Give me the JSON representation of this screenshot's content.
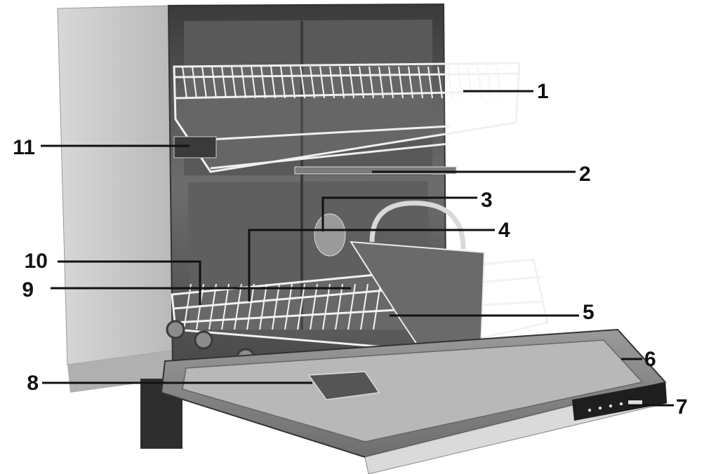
{
  "diagram": {
    "subject": "built-in dishwasher, door open",
    "callouts": [
      {
        "id": "upper-basket",
        "label": "1"
      },
      {
        "id": "upper-spray-arm",
        "label": "2"
      },
      {
        "id": "lower-spray-arm",
        "label": "3"
      },
      {
        "id": "cutlery-basket",
        "label": "4"
      },
      {
        "id": "lower-basket",
        "label": "5"
      },
      {
        "id": "door",
        "label": "6"
      },
      {
        "id": "control-panel",
        "label": "7"
      },
      {
        "id": "detergent-dispenser",
        "label": "8"
      },
      {
        "id": "filter",
        "label": "9"
      },
      {
        "id": "salt-container",
        "label": "10"
      },
      {
        "id": "basket-height-adjuster",
        "label": "11"
      }
    ]
  },
  "colors": {
    "line": "#111111",
    "cabinet": "#c9c9c9",
    "steel_dark": "#4d4d4d",
    "steel_mid": "#8a8a8a",
    "wire": "#f2f2f2"
  }
}
